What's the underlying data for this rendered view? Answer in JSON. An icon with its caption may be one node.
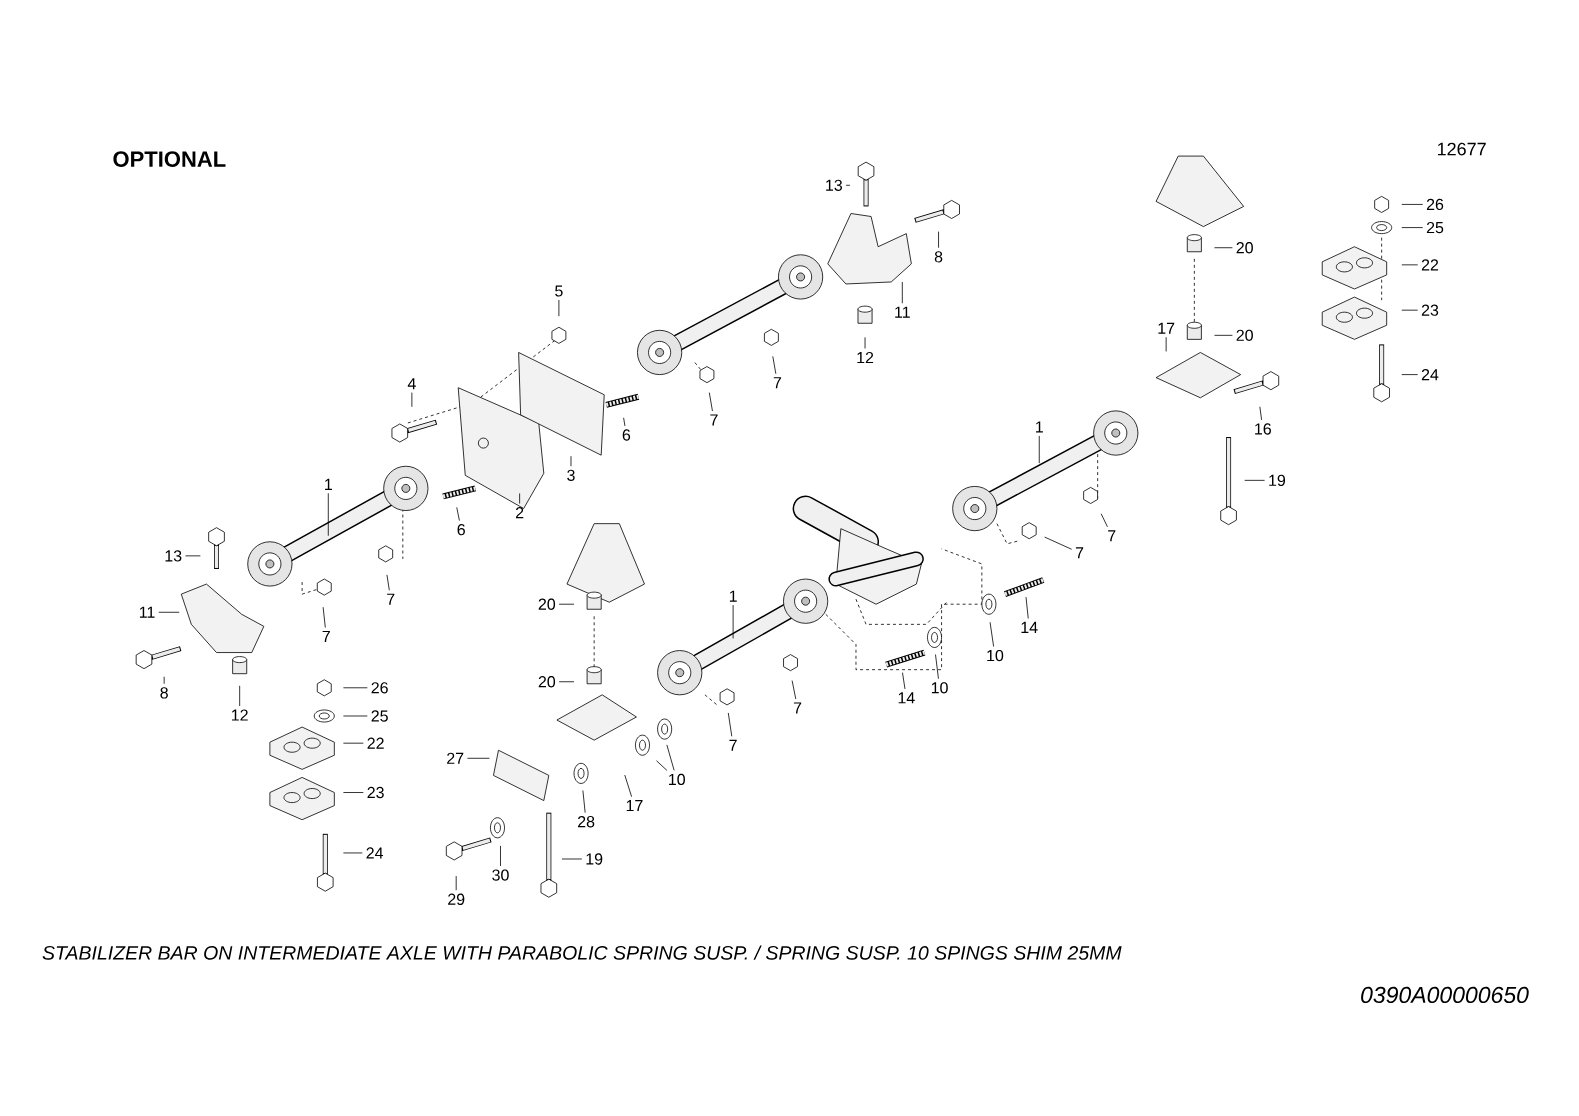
{
  "diagram": {
    "title": "OPTIONAL",
    "caption": "STABILIZER BAR ON INTERMEDIATE AXLE WITH PARABOLIC SPRING SUSP. / SPRING SUSP. 10 SPINGS SHIM 25MM",
    "nodes": [
      {
        "text": [
          "13"
        ]
      },
      {
        "text": [
          "8"
        ]
      },
      {
        "text": [
          "11"
        ]
      },
      {
        "text": [
          "12"
        ]
      },
      {
        "text": [
          "5"
        ]
      },
      {
        "text": [
          "4"
        ]
      },
      {
        "text": [
          "7"
        ]
      },
      {
        "text": [
          "7"
        ]
      },
      {
        "text": [
          "6"
        ]
      },
      {
        "text": [
          "3"
        ]
      },
      {
        "text": [
          "2"
        ]
      },
      {
        "text": [
          "6"
        ]
      },
      {
        "text": [
          "1"
        ]
      },
      {
        "text": [
          "13"
        ]
      },
      {
        "text": [
          "11"
        ]
      },
      {
        "text": [
          "7"
        ]
      },
      {
        "text": [
          "7"
        ]
      },
      {
        "text": [
          "8"
        ]
      },
      {
        "text": [
          "12"
        ]
      },
      {
        "text": [
          "26"
        ]
      },
      {
        "text": [
          "25"
        ]
      },
      {
        "text": [
          "22"
        ]
      },
      {
        "text": [
          "23"
        ]
      },
      {
        "text": [
          "24"
        ]
      },
      {
        "text": [
          "27"
        ]
      },
      {
        "text": [
          "29"
        ]
      },
      {
        "text": [
          "30"
        ]
      },
      {
        "text": [
          "19"
        ]
      },
      {
        "text": [
          "28"
        ]
      },
      {
        "text": [
          "17"
        ]
      },
      {
        "text": [
          "10"
        ]
      },
      {
        "text": [
          "20"
        ]
      },
      {
        "text": [
          "20"
        ]
      },
      {
        "text": [
          "1"
        ]
      },
      {
        "text": [
          "7"
        ]
      },
      {
        "text": [
          "7"
        ]
      },
      {
        "text": [
          "14"
        ]
      },
      {
        "text": [
          "10"
        ]
      },
      {
        "text": [
          "10"
        ]
      },
      {
        "text": [
          "14"
        ]
      },
      {
        "text": [
          "7"
        ]
      },
      {
        "text": [
          "7"
        ]
      },
      {
        "text": [
          "1"
        ]
      },
      {
        "text": [
          "19"
        ]
      },
      {
        "text": [
          "16"
        ]
      },
      {
        "text": [
          "17"
        ]
      },
      {
        "text": [
          "20"
        ]
      },
      {
        "text": [
          "20"
        ]
      },
      {
        "text": [
          "26"
        ]
      },
      {
        "text": [
          "25"
        ]
      },
      {
        "text": [
          "22"
        ]
      },
      {
        "text": [
          "23"
        ]
      },
      {
        "text": [
          "24"
        ]
      }
    ],
    "edges": [
      {
        "from": 0,
        "to": null,
        "arrow": "none"
      },
      {
        "from": 1,
        "to": null,
        "arrow": "none"
      },
      {
        "from": 2,
        "to": null,
        "arrow": "none"
      },
      {
        "from": 3,
        "to": null,
        "arrow": "none"
      },
      {
        "from": 4,
        "to": null,
        "arrow": "none"
      },
      {
        "from": 5,
        "to": null,
        "arrow": "none"
      },
      {
        "from": 6,
        "to": null,
        "arrow": "none"
      },
      {
        "from": 7,
        "to": null,
        "arrow": "none"
      },
      {
        "from": 8,
        "to": null,
        "arrow": "none"
      },
      {
        "from": 9,
        "to": null,
        "arrow": "none"
      },
      {
        "from": 10,
        "to": null,
        "arrow": "none"
      },
      {
        "from": 11,
        "to": null,
        "arrow": "none"
      },
      {
        "from": 12,
        "to": null,
        "arrow": "none"
      },
      {
        "from": 13,
        "to": null,
        "arrow": "none"
      },
      {
        "from": 14,
        "to": null,
        "arrow": "none"
      },
      {
        "from": 15,
        "to": null,
        "arrow": "none"
      },
      {
        "from": 16,
        "to": null,
        "arrow": "none"
      },
      {
        "from": 17,
        "to": null,
        "arrow": "none"
      },
      {
        "from": 18,
        "to": null,
        "arrow": "none"
      },
      {
        "from": 19,
        "to": null,
        "arrow": "none"
      },
      {
        "from": 20,
        "to": null,
        "arrow": "none"
      },
      {
        "from": 21,
        "to": null,
        "arrow": "none"
      },
      {
        "from": 22,
        "to": null,
        "arrow": "none"
      },
      {
        "from": 23,
        "to": null,
        "arrow": "none"
      },
      {
        "from": 24,
        "to": null,
        "arrow": "none"
      },
      {
        "from": 25,
        "to": null,
        "arrow": "none"
      },
      {
        "from": 26,
        "to": null,
        "arrow": "none"
      },
      {
        "from": 27,
        "to": null,
        "arrow": "none"
      },
      {
        "from": 28,
        "to": null,
        "arrow": "none"
      },
      {
        "from": 29,
        "to": null,
        "arrow": "none"
      },
      {
        "from": 30,
        "to": null,
        "arrow": "none"
      },
      {
        "from": 30,
        "to": null,
        "arrow": "none"
      },
      {
        "from": 31,
        "to": null,
        "arrow": "none"
      },
      {
        "from": 32,
        "to": null,
        "arrow": "none"
      },
      {
        "from": 33,
        "to": null,
        "arrow": "none"
      },
      {
        "from": 34,
        "to": null,
        "arrow": "none"
      },
      {
        "from": 35,
        "to": null,
        "arrow": "none"
      },
      {
        "from": 36,
        "to": null,
        "arrow": "none"
      },
      {
        "from": 37,
        "to": null,
        "arrow": "none"
      },
      {
        "from": 38,
        "to": null,
        "arrow": "none"
      },
      {
        "from": 39,
        "to": null,
        "arrow": "none"
      },
      {
        "from": 40,
        "to": null,
        "arrow": "none"
      },
      {
        "from": 41,
        "to": null,
        "arrow": "none"
      },
      {
        "from": 42,
        "to": null,
        "arrow": "none"
      },
      {
        "from": 43,
        "to": null,
        "arrow": "none"
      },
      {
        "from": 44,
        "to": null,
        "arrow": "none"
      },
      {
        "from": 45,
        "to": null,
        "arrow": "none"
      },
      {
        "from": 46,
        "to": null,
        "arrow": "none"
      },
      {
        "from": 47,
        "to": null,
        "arrow": "none"
      },
      {
        "from": 48,
        "to": null,
        "arrow": "none"
      },
      {
        "from": 49,
        "to": null,
        "arrow": "none"
      },
      {
        "from": 50,
        "to": null,
        "arrow": "none"
      },
      {
        "from": 51,
        "to": null,
        "arrow": "none"
      },
      {
        "from": 52,
        "to": null,
        "arrow": "none"
      }
    ],
    "labels": [
      "12677",
      "0390A00000650"
    ]
  }
}
